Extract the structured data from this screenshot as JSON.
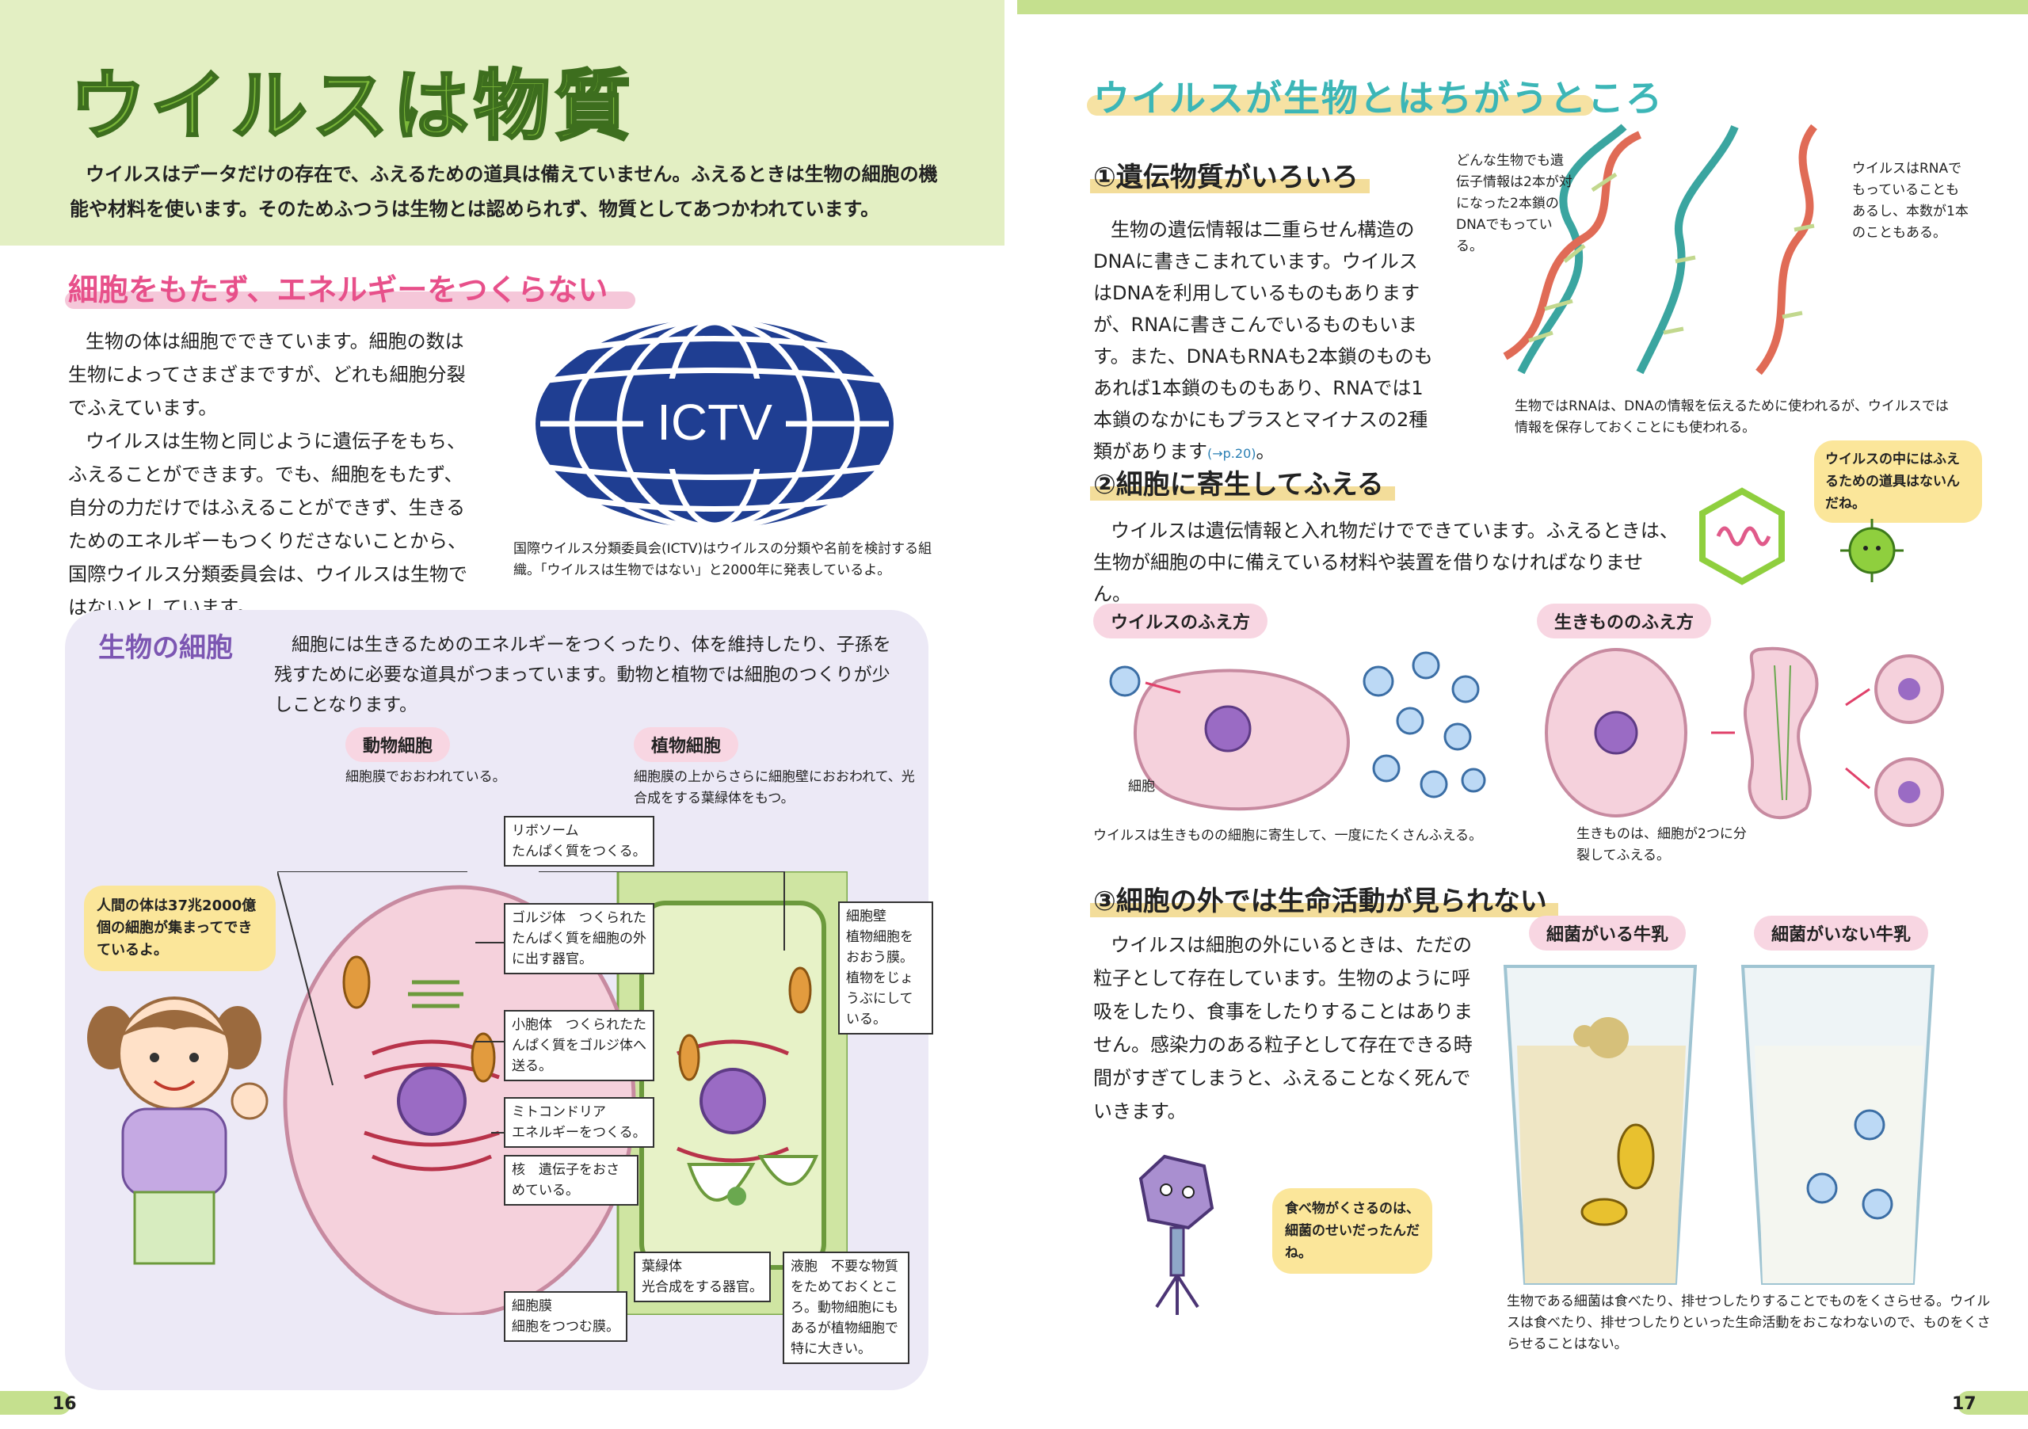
{
  "left": {
    "title": "ウイルスは物質",
    "intro": "ウイルスはデータだけの存在で、ふえるための道具は備えていません。ふえるときは生物の細胞の機能や材料を使います。そのためふつうは生物とは認められず、物質としてあつかわれています。",
    "sec1_heading": "細胞をもたず、エネルギーをつくらない",
    "sec1_p1": "生物の体は細胞でできています。細胞の数は生物によってさまざまですが、どれも細胞分裂でふえています。",
    "sec1_p2": "ウイルスは生物と同じように遺伝子をもち、ふえることができます。でも、細胞をもたず、自分の力だけではふえることができず、生きるためのエネルギーもつくりださないことから、国際ウイルス分類委員会は、ウイルスは生物ではないとしています。",
    "ictv_logo": "ICTV",
    "ictv_caption": "国際ウイルス分類委員会(ICTV)はウイルスの分類や名前を検討する組織。「ウイルスは生物ではない」と2000年に発表しているよ。",
    "cell_heading": "生物の細胞",
    "cell_text": "細胞には生きるためのエネルギーをつくったり、体を維持したり、子孫を残すために必要な道具がつまっています。動物と植物では細胞のつくりが少しことなります。",
    "animal_tag": "動物細胞",
    "animal_desc": "細胞膜でおおわれている。",
    "plant_tag": "植物細胞",
    "plant_desc": "細胞膜の上からさらに細胞壁におおわれて、光合成をする葉緑体をもつ。",
    "girl_bubble": "人間の体は37兆2000億個の細胞が集まってできているよ。",
    "labels": {
      "ribosome": "リボソーム\nたんぱく質をつくる。",
      "golgi": "ゴルジ体　つくられたたんぱく質を細胞の外に出す器官。",
      "er": "小胞体　つくられたたんぱく質をゴルジ体へ送る。",
      "mito": "ミトコンドリア\nエネルギーをつくる。",
      "nucleus": "核　遺伝子をおさめている。",
      "membrane": "細胞膜\n細胞をつつむ膜。",
      "chloroplast": "葉緑体\n光合成をする器官。",
      "vacuole": "液胞　不要な物質をためておくところ。動物細胞にもあるが植物細胞で特に大きい。",
      "wall": "細胞壁\n植物細胞をおおう膜。植物をじょうぶにしている。"
    },
    "page_no": "16"
  },
  "right": {
    "heading": "ウイルスが生物とはちがうところ",
    "n1_heading": "①遺伝物質がいろいろ",
    "n1_text": "生物の遺伝情報は二重らせん構造のDNAに書きこまれています。ウイルスはDNAを利用しているものもありますが、RNAに書きこんでいるものもいます。また、DNAもRNAも2本鎖のものもあれば1本鎖のものもあり、RNAでは1本鎖のなかにもプラスとマイナスの2種類があります",
    "n1_ref": "(→p.20)",
    "n1_ref_end": "。",
    "dna_note_left": "どんな生物でも遺伝子情報は2本が対になった2本鎖のDNAでもっている。",
    "dna_note_right": "ウイルスはRNAでもっていることもあるし、本数が1本のこともある。",
    "dna_caption": "生物ではRNAは、DNAの情報を伝えるために使われるが、ウイルスでは情報を保存しておくことにも使われる。",
    "n2_heading": "②細胞に寄生してふえる",
    "n2_text": "ウイルスは遺伝情報と入れ物だけでできています。ふえるときは、生物が細胞の中に備えている材料や装置を借りなければなりません。",
    "n2_bubble": "ウイルスの中にはふえるための道具はないんだね。",
    "virus_tag": "ウイルスのふえ方",
    "cell_label": "細胞",
    "virus_caption": "ウイルスは生きものの細胞に寄生して、一度にたくさんふえる。",
    "living_tag": "生きもののふえ方",
    "living_caption": "生きものは、細胞が2つに分裂してふえる。",
    "n3_heading": "③細胞の外では生命活動が見られない",
    "n3_text": "ウイルスは細胞の外にいるときは、ただの粒子として存在しています。生物のように呼吸をしたり、食事をしたりすることはありません。感染力のある粒子として存在できる時間がすぎてしまうと、ふえることなく死んでいきます。",
    "milk_bubble": "食べ物がくさるのは、細菌のせいだったんだね。",
    "milk_tag1": "細菌がいる牛乳",
    "milk_tag2": "細菌がいない牛乳",
    "milk_caption": "生物である細菌は食べたり、排せつしたりすることでものをくさらせる。ウイルスは食べたり、排せつしたりといった生命活動をおこなわないので、ものをくさらせることはない。",
    "page_no": "17"
  },
  "colors": {
    "green": "#7cb83a",
    "band": "#e3efc3",
    "pink": "#f8d6e2",
    "yellow": "#fbe69a",
    "lavender": "#ece9f6"
  }
}
